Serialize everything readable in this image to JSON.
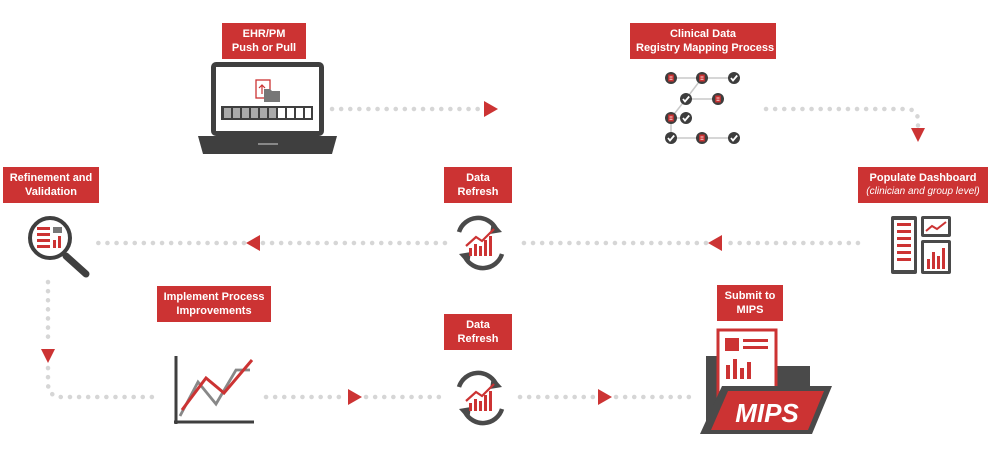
{
  "colors": {
    "accent": "#cc3333",
    "dark": "#4a4a4a",
    "dots": "#d6d6d6",
    "text_on_accent": "#ffffff"
  },
  "nodes": {
    "ehr": {
      "line1": "EHR/PM",
      "line2": "Push or Pull",
      "icon": "laptop-icon"
    },
    "registry": {
      "line1": "Clinical Data",
      "line2": "Registry Mapping Process",
      "icon": "network-map-icon"
    },
    "dashboard": {
      "line1": "Populate Dashboard",
      "line2": "(clinician and group level)",
      "icon": "dashboard-icon"
    },
    "refresh_top": {
      "line1": "Data",
      "line2": "Refresh",
      "icon": "refresh-chart-icon"
    },
    "refinement": {
      "line1": "Refinement and",
      "line2": "Validation",
      "icon": "magnifier-report-icon"
    },
    "implement": {
      "line1": "Implement Process",
      "line2": "Improvements",
      "icon": "line-chart-icon"
    },
    "refresh_bottom": {
      "line1": "Data",
      "line2": "Refresh",
      "icon": "refresh-chart-icon"
    },
    "mips": {
      "line1": "Submit to",
      "line2": "MIPS",
      "icon": "mips-folder-icon",
      "folder_text": "MIPS"
    }
  }
}
